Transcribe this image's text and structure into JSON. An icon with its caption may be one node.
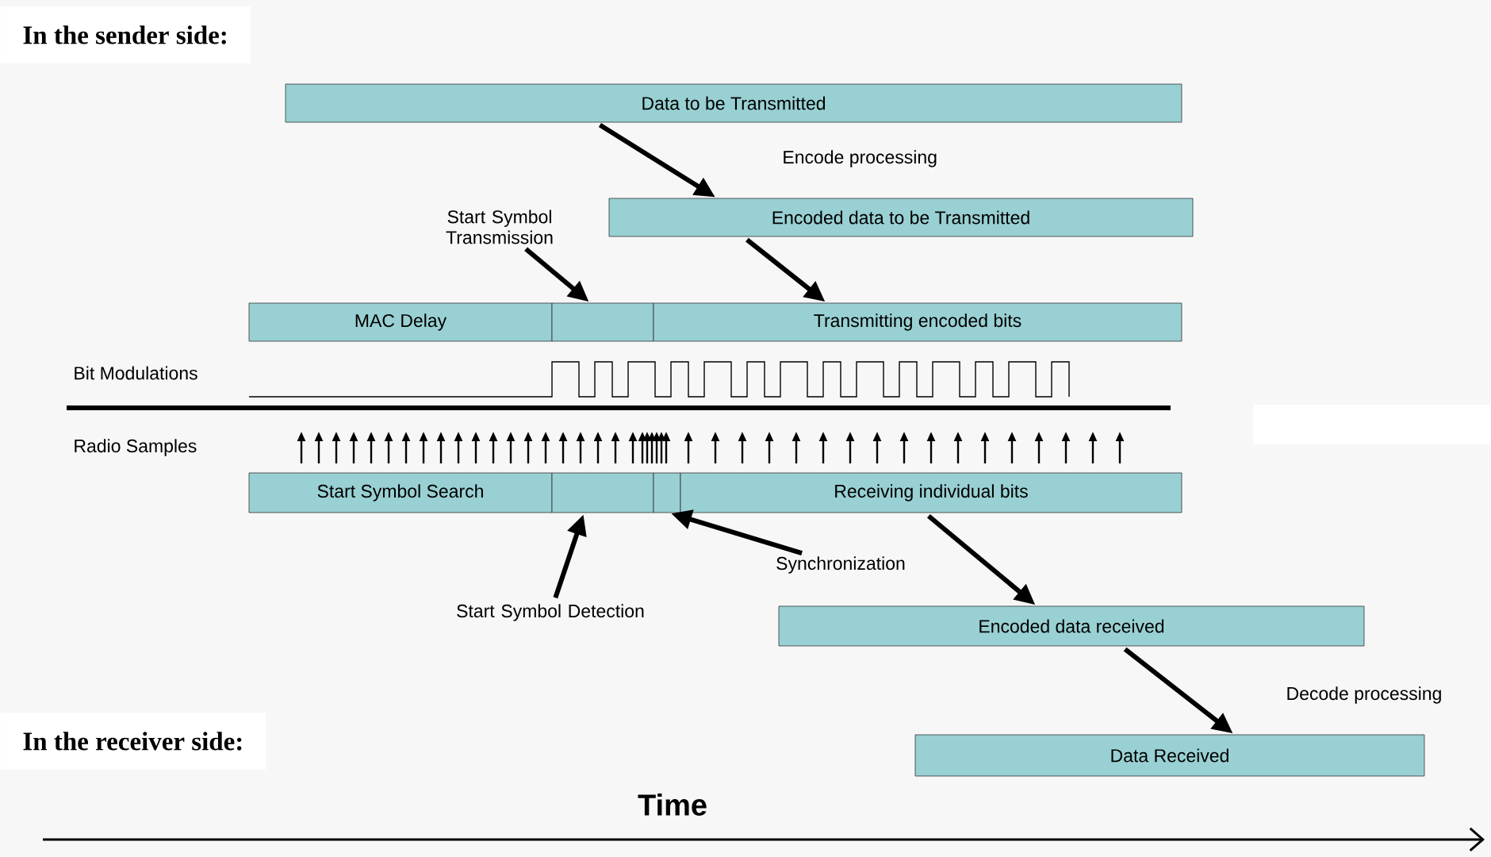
{
  "diagram": {
    "nodes": [
      {
        "text": [
          "Data to be Transmitted"
        ]
      },
      {
        "text": [
          "Encoded data to be Transmitted"
        ]
      },
      {
        "text": [
          "MAC Delay"
        ]
      },
      {
        "text": [],
        "shape": "box"
      },
      {
        "text": [
          "Transmitting encoded bits"
        ]
      },
      {
        "text": [
          "Start Symbol Search"
        ]
      },
      {
        "text": [],
        "shape": "box"
      },
      {
        "text": [],
        "shape": "box"
      },
      {
        "text": [
          "Receiving individual bits"
        ]
      },
      {
        "text": [
          "Encoded data received"
        ]
      },
      {
        "text": [
          "Data Received"
        ]
      },
      {
        "text": [
          "Start Symbol Transmission"
        ]
      },
      {
        "text": [
          "Start Symbol Detection"
        ]
      },
      {
        "text": [
          "Synchronization"
        ]
      }
    ],
    "edges": [
      {
        "from": 0,
        "to": 1,
        "arrow": "to",
        "label": "Encode processing"
      },
      {
        "from": 1,
        "to": 4,
        "arrow": "to"
      },
      {
        "from": 11,
        "to": 3,
        "arrow": "to"
      },
      {
        "from": 12,
        "to": 6,
        "arrow": "to"
      },
      {
        "from": 13,
        "to": 7,
        "arrow": "to"
      },
      {
        "from": 8,
        "to": 9,
        "arrow": "to"
      },
      {
        "from": 9,
        "to": 10,
        "arrow": "to",
        "label": "Decode processing"
      }
    ],
    "labels": [
      "In the sender side:",
      "Bit Modulations",
      "Radio Samples",
      "In the receiver side:",
      "Time"
    ]
  }
}
